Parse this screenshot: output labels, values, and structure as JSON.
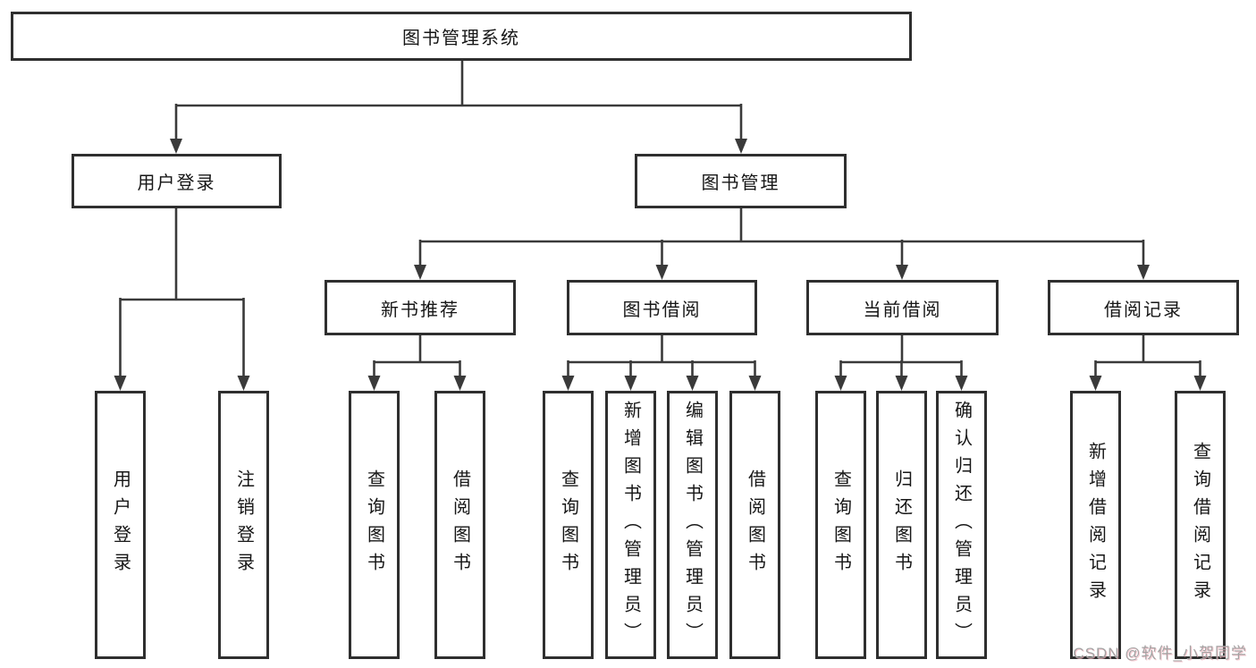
{
  "tree": {
    "root": "图书管理系统",
    "l2": [
      "用户登录",
      "图书管理"
    ],
    "l3": [
      "新书推荐",
      "图书借阅",
      "当前借阅",
      "借阅记录"
    ],
    "leaves": {
      "user_login": [
        "用户登录",
        "注销登录"
      ],
      "new_book": [
        "查询图书",
        "借阅图书"
      ],
      "book_borrow": [
        "查询图书",
        "新增图书（管理员）",
        "编辑图书（管理员）",
        "借阅图书"
      ],
      "current_borrow": [
        "查询图书",
        "归还图书",
        "确认归还（管理员）"
      ],
      "borrow_record": [
        "新增借阅记录",
        "查询借阅记录"
      ]
    }
  },
  "watermark": "CSDN @软件_小贺同学",
  "colors": {
    "line": "#3a3a3a",
    "border": "#2f2f2f",
    "text": "#161616",
    "watermark_gray": "#a3a3a3",
    "watermark_pink": "#f2aeb8"
  }
}
